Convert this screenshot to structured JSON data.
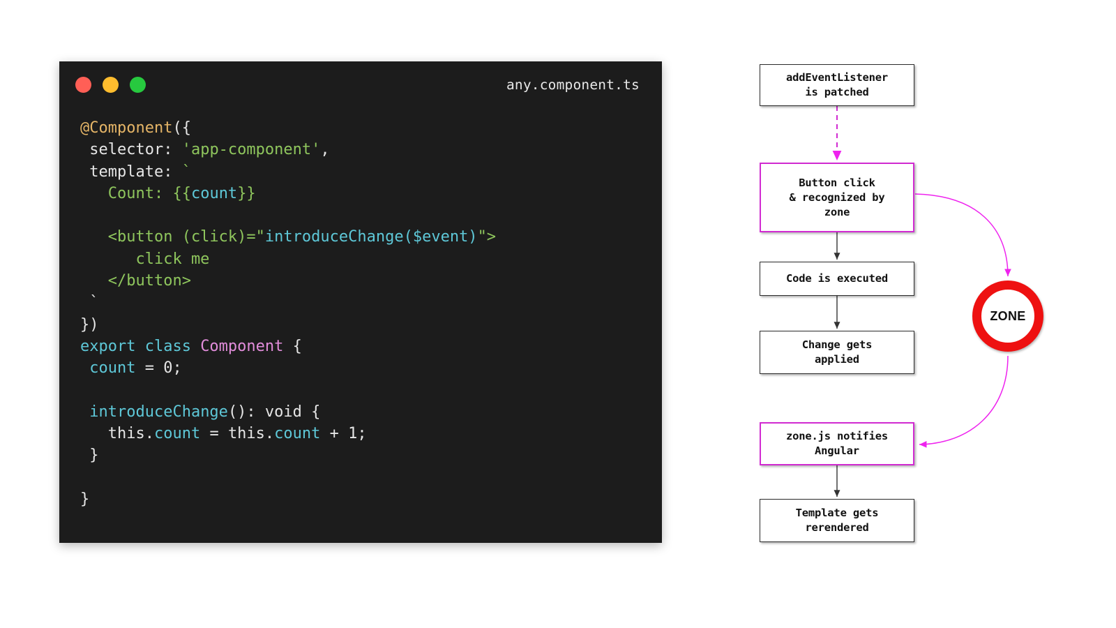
{
  "code_window": {
    "filename": "any.component.ts",
    "traffic_lights": [
      {
        "name": "close-button",
        "color": "#ff5f56"
      },
      {
        "name": "minimize-button",
        "color": "#ffbd2e"
      },
      {
        "name": "maximize-button",
        "color": "#27c93f"
      }
    ],
    "language": "typescript",
    "code_plain_text": "@Component({\n selector: 'app-component',\n template: `\n   Count: {{count}}\n\n   <button (click)=\"introduceChange($event)\">\n      click me\n   </button>\n `\n})\nexport class Component {\n count = 0;\n\n introduceChange(): void {\n   this.count = this.count + 1;\n }\n\n}",
    "lines": [
      {
        "n": 1,
        "tokens": [
          {
            "t": "@Component",
            "c": "deco"
          },
          {
            "t": "({",
            "c": "punct"
          }
        ]
      },
      {
        "n": 2,
        "tokens": [
          {
            "t": " selector: ",
            "c": "plain"
          },
          {
            "t": "'app-component'",
            "c": "str"
          },
          {
            "t": ",",
            "c": "punct"
          }
        ]
      },
      {
        "n": 3,
        "tokens": [
          {
            "t": " template: ",
            "c": "plain"
          },
          {
            "t": "`",
            "c": "str"
          }
        ]
      },
      {
        "n": 4,
        "tokens": [
          {
            "t": "   Count: ",
            "c": "str"
          },
          {
            "t": "{{",
            "c": "str"
          },
          {
            "t": "count",
            "c": "cyan"
          },
          {
            "t": "}}",
            "c": "str"
          }
        ]
      },
      {
        "n": 5,
        "tokens": [
          {
            "t": "",
            "c": "plain"
          }
        ]
      },
      {
        "n": 6,
        "tokens": [
          {
            "t": "   <button (click)=\"",
            "c": "str"
          },
          {
            "t": "introduceChange",
            "c": "cyan"
          },
          {
            "t": "($event)",
            "c": "cyan"
          },
          {
            "t": "\">",
            "c": "str"
          }
        ]
      },
      {
        "n": 7,
        "tokens": [
          {
            "t": "      click me",
            "c": "str"
          }
        ]
      },
      {
        "n": 8,
        "tokens": [
          {
            "t": "   </button>",
            "c": "str"
          }
        ]
      },
      {
        "n": 9,
        "tokens": [
          {
            "t": " `",
            "c": "plain"
          }
        ]
      },
      {
        "n": 10,
        "tokens": [
          {
            "t": "})",
            "c": "punct"
          }
        ]
      },
      {
        "n": 11,
        "tokens": [
          {
            "t": "export class ",
            "c": "cyan"
          },
          {
            "t": "Component",
            "c": "pink"
          },
          {
            "t": " {",
            "c": "punct"
          }
        ]
      },
      {
        "n": 12,
        "tokens": [
          {
            "t": " ",
            "c": "plain"
          },
          {
            "t": "count",
            "c": "cyan"
          },
          {
            "t": " = ",
            "c": "plain"
          },
          {
            "t": "0;",
            "c": "plain"
          }
        ]
      },
      {
        "n": 13,
        "tokens": [
          {
            "t": "",
            "c": "plain"
          }
        ]
      },
      {
        "n": 14,
        "tokens": [
          {
            "t": " ",
            "c": "plain"
          },
          {
            "t": "introduceChange",
            "c": "cyan"
          },
          {
            "t": "(): void {",
            "c": "plain"
          }
        ]
      },
      {
        "n": 15,
        "tokens": [
          {
            "t": "   this.",
            "c": "plain"
          },
          {
            "t": "count",
            "c": "cyan"
          },
          {
            "t": " = this.",
            "c": "plain"
          },
          {
            "t": "count",
            "c": "cyan"
          },
          {
            "t": " + 1;",
            "c": "plain"
          }
        ]
      },
      {
        "n": 16,
        "tokens": [
          {
            "t": " }",
            "c": "plain"
          }
        ]
      },
      {
        "n": 17,
        "tokens": [
          {
            "t": "",
            "c": "plain"
          }
        ]
      },
      {
        "n": 18,
        "tokens": [
          {
            "t": "}",
            "c": "plain"
          }
        ]
      }
    ]
  },
  "diagram": {
    "title": "",
    "accent_color": "#d12bd1",
    "zone_color": "#ee1111",
    "zone_label": "ZONE",
    "boxes": [
      {
        "id": "addeventlistener",
        "label": "addEventListener\nis patched",
        "accent": false
      },
      {
        "id": "buttonclick",
        "label": "Button click\n& recognized by\nzone",
        "accent": true
      },
      {
        "id": "codeexecuted",
        "label": "Code is executed",
        "accent": false
      },
      {
        "id": "changeapplied",
        "label": "Change gets\napplied",
        "accent": false
      },
      {
        "id": "zonenotifies",
        "label": "zone.js notifies\nAngular",
        "accent": true
      },
      {
        "id": "rerendered",
        "label": "Template gets\nrerendered",
        "accent": false
      }
    ],
    "connectors": [
      {
        "from": "addeventlistener",
        "to": "buttonclick",
        "style": "dashed",
        "color": "#d12bd1"
      },
      {
        "from": "buttonclick",
        "to": "codeexecuted",
        "style": "solid",
        "color": "#333333"
      },
      {
        "from": "codeexecuted",
        "to": "changeapplied",
        "style": "solid",
        "color": "#333333"
      },
      {
        "from": "zonenotifies",
        "to": "rerendered",
        "style": "solid",
        "color": "#333333"
      },
      {
        "from": "buttonclick",
        "to": "zone",
        "style": "curve",
        "color": "#ee22ee"
      },
      {
        "from": "zone",
        "to": "zonenotifies",
        "style": "curve",
        "color": "#ee22ee"
      }
    ]
  }
}
